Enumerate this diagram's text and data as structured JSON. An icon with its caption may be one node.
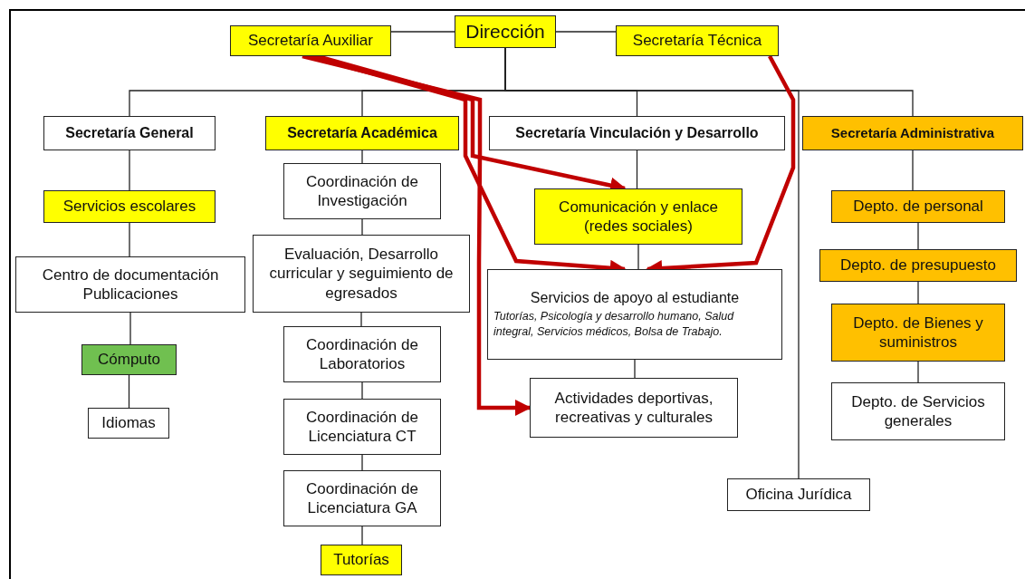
{
  "diagram": {
    "nodes": [
      {
        "text": [
          "Dirección"
        ]
      },
      {
        "text": [
          "Secretaría Auxiliar"
        ]
      },
      {
        "text": [
          "Secretaría Técnica"
        ]
      },
      {
        "text": [
          "Secretaría General"
        ]
      },
      {
        "text": [
          "Secretaría Académica"
        ]
      },
      {
        "text": [
          "Secretaría Vinculación y Desarrollo"
        ]
      },
      {
        "text": [
          "Secretaría Administrativa"
        ]
      },
      {
        "text": [
          "Servicios escolares"
        ]
      },
      {
        "text": [
          "Centro de documentación Publicaciones"
        ]
      },
      {
        "text": [
          "Cómputo"
        ]
      },
      {
        "text": [
          "Idiomas"
        ]
      },
      {
        "text": [
          "Coordinación de Investigación"
        ]
      },
      {
        "text": [
          "Evaluación, Desarrollo curricular y seguimiento de egresados"
        ]
      },
      {
        "text": [
          "Coordinación de Laboratorios"
        ]
      },
      {
        "text": [
          "Coordinación de Licenciatura CT"
        ]
      },
      {
        "text": [
          "Coordinación de Licenciatura GA"
        ]
      },
      {
        "text": [
          "Tutorías"
        ]
      },
      {
        "text": [
          "Comunicación y enlace (redes sociales)"
        ]
      },
      {
        "text": [
          "Servicios de apoyo al estudiante",
          "Tutorías, Psicología y desarrollo humano, Salud integral, Servicios médicos, Bolsa de Trabajo."
        ]
      },
      {
        "text": [
          "Actividades deportivas, recreativas y culturales"
        ]
      },
      {
        "text": [
          "Depto. de personal"
        ]
      },
      {
        "text": [
          "Depto. de presupuesto"
        ]
      },
      {
        "text": [
          "Depto. de Bienes y suministros"
        ]
      },
      {
        "text": [
          "Depto. de Servicios generales"
        ]
      },
      {
        "text": [
          "Oficina Jurídica"
        ]
      }
    ],
    "edges": [
      {
        "from": 0,
        "to": 1,
        "arrow": "none"
      },
      {
        "from": 0,
        "to": 2,
        "arrow": "none"
      },
      {
        "from": 0,
        "to": 3,
        "arrow": "none"
      },
      {
        "from": 0,
        "to": 4,
        "arrow": "none"
      },
      {
        "from": 0,
        "to": 5,
        "arrow": "none"
      },
      {
        "from": 0,
        "to": 24,
        "arrow": "none"
      },
      {
        "from": 0,
        "to": 6,
        "arrow": "none"
      },
      {
        "from": 3,
        "to": 7,
        "arrow": "none"
      },
      {
        "from": 7,
        "to": 8,
        "arrow": "none"
      },
      {
        "from": 8,
        "to": 9,
        "arrow": "none"
      },
      {
        "from": 9,
        "to": 10,
        "arrow": "none"
      },
      {
        "from": 4,
        "to": 11,
        "arrow": "none"
      },
      {
        "from": 11,
        "to": 12,
        "arrow": "none"
      },
      {
        "from": 12,
        "to": 13,
        "arrow": "none"
      },
      {
        "from": 13,
        "to": 14,
        "arrow": "none"
      },
      {
        "from": 14,
        "to": 15,
        "arrow": "none"
      },
      {
        "from": 15,
        "to": 16,
        "arrow": "none"
      },
      {
        "from": 5,
        "to": 17,
        "arrow": "none"
      },
      {
        "from": 17,
        "to": 18,
        "arrow": "none"
      },
      {
        "from": 18,
        "to": 19,
        "arrow": "none"
      },
      {
        "from": 6,
        "to": 20,
        "arrow": "none"
      },
      {
        "from": 20,
        "to": 21,
        "arrow": "none"
      },
      {
        "from": 21,
        "to": 22,
        "arrow": "none"
      },
      {
        "from": 22,
        "to": 23,
        "arrow": "none"
      },
      {
        "from": 1,
        "to": 17,
        "arrow": "to",
        "style": "thick",
        "color": "#c00000"
      },
      {
        "from": 1,
        "to": 18,
        "arrow": "to",
        "style": "thick",
        "color": "#c00000"
      },
      {
        "from": 1,
        "to": 19,
        "arrow": "to",
        "style": "thick",
        "color": "#c00000"
      },
      {
        "from": 2,
        "to": 18,
        "arrow": "to",
        "style": "thick",
        "color": "#c00000"
      }
    ]
  }
}
